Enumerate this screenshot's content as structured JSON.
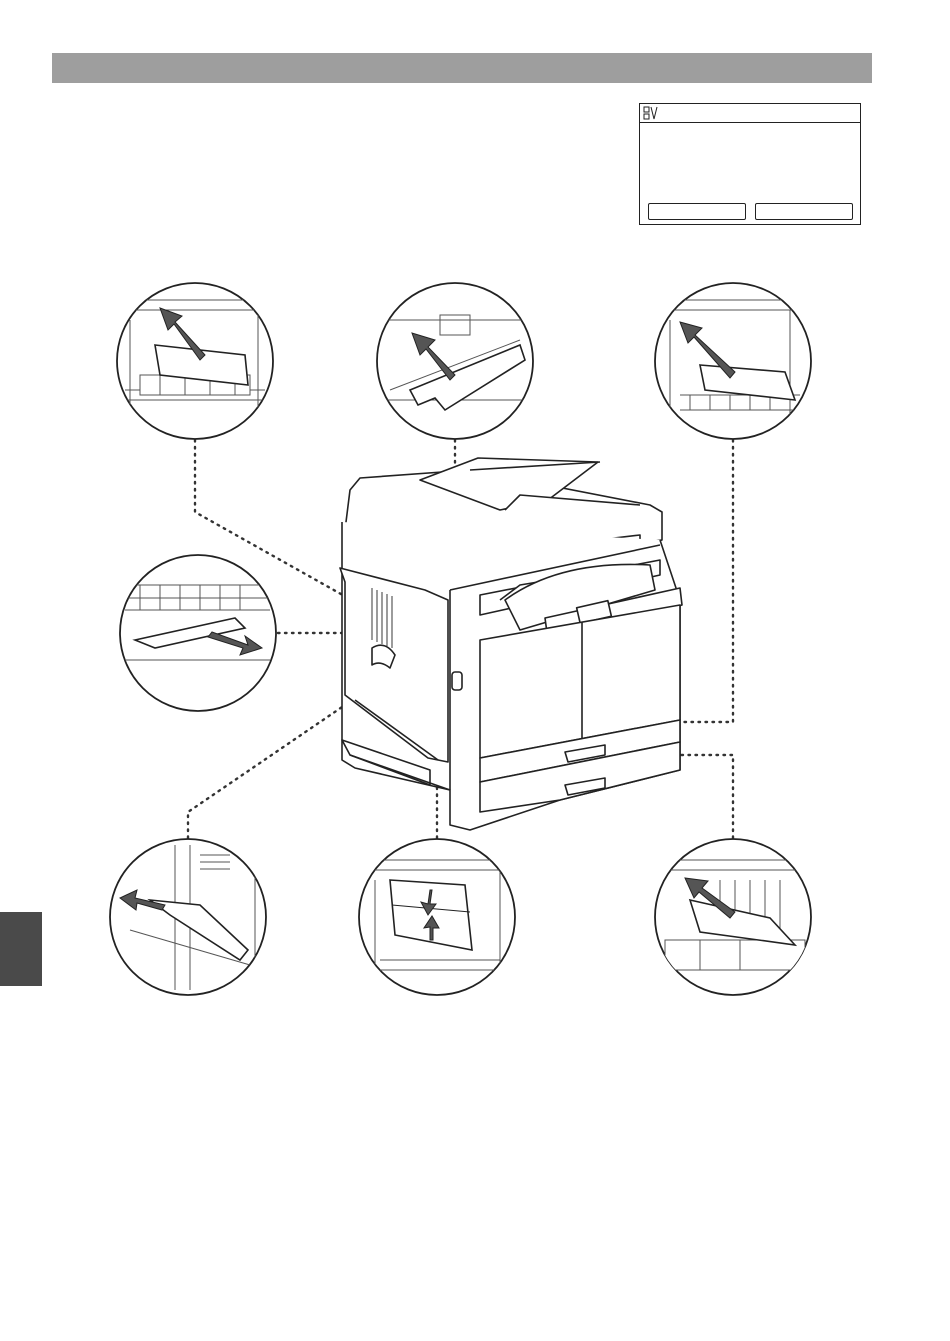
{
  "page": {
    "header_bar_color": "#9e9e9e",
    "side_tab_color": "#4a4a4a"
  },
  "lcd_panel": {
    "icon": "paper-jam-icon",
    "buttons": [
      "",
      ""
    ]
  },
  "illustration": {
    "subject": "printer-with-paper-jam-locations",
    "callouts": [
      {
        "id": "inside-main-unit-left",
        "icon": "paper-removal-icon"
      },
      {
        "id": "document-feeder",
        "icon": "paper-removal-icon"
      },
      {
        "id": "paper-drawer-1",
        "icon": "paper-removal-icon"
      },
      {
        "id": "left-cover",
        "icon": "paper-removal-icon"
      },
      {
        "id": "multi-purpose-tray",
        "icon": "paper-removal-icon"
      },
      {
        "id": "inside-duplex-unit",
        "icon": "paper-removal-icon"
      },
      {
        "id": "paper-drawer-2",
        "icon": "paper-removal-icon"
      }
    ]
  }
}
